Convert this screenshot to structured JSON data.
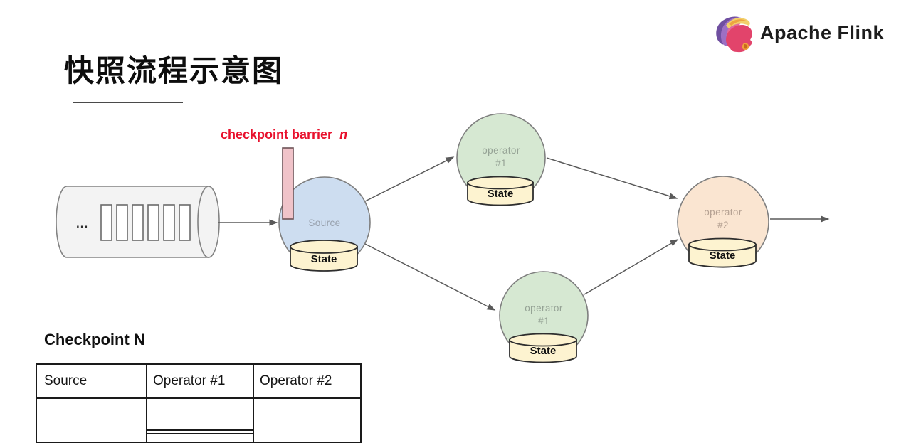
{
  "brand": {
    "name": "Apache Flink"
  },
  "slide": {
    "title": "快照流程示意图"
  },
  "diagram": {
    "barrier": {
      "label": "checkpoint barrier",
      "n": "n"
    },
    "queue": {
      "dots": "..."
    },
    "source": {
      "label": "Source",
      "state_label": "State"
    },
    "op1_top": {
      "line1": "operator",
      "line2": "#1",
      "state_label": "State"
    },
    "op1_bottom": {
      "line1": "operator",
      "line2": "#1",
      "state_label": "State"
    },
    "op2": {
      "line1": "operator",
      "line2": "#2",
      "state_label": "State"
    }
  },
  "checkpoint": {
    "heading": "Checkpoint N",
    "columns": [
      "Source",
      "Operator #1",
      "Operator #2"
    ]
  },
  "colors": {
    "red_label": "#e8112d",
    "barrier_fill": "#f0c3c9",
    "source_fill": "#cdddf0",
    "operator1_fill": "#d6e8d2",
    "operator2_fill": "#fae5d1",
    "state_fill": "#fdf3d0",
    "queue_fill": "#f3f3f3",
    "connector": "#5a5a5a"
  }
}
